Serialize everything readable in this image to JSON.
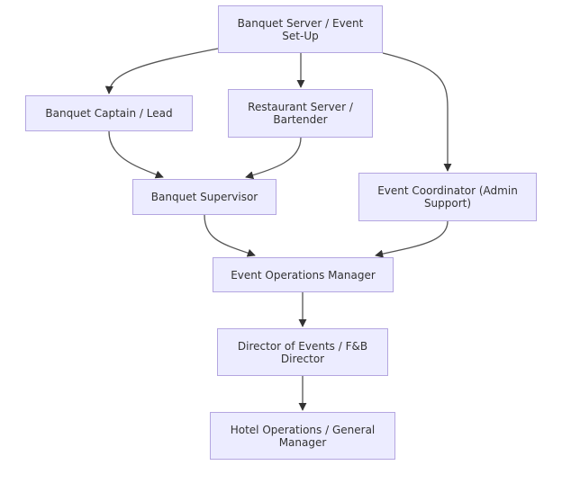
{
  "diagram": {
    "type": "flowchart",
    "direction": "top-down",
    "colors": {
      "node_fill": "#ececff",
      "node_border": "#b4a6e0",
      "edge": "#555555",
      "text": "#333333"
    },
    "nodes": {
      "server": {
        "label": "Banquet Server / Event Set-Up"
      },
      "captain": {
        "label": "Banquet Captain / Lead"
      },
      "restaurant": {
        "label": "Restaurant Server / Bartender"
      },
      "supervisor": {
        "label": "Banquet Supervisor"
      },
      "coordinator": {
        "label": "Event Coordinator (Admin Support)"
      },
      "ops": {
        "label": "Event Operations Manager"
      },
      "director": {
        "label": "Director of Events / F&B Director"
      },
      "hotel": {
        "label": "Hotel Operations / General Manager"
      }
    },
    "edges": [
      {
        "from": "server",
        "to": "captain"
      },
      {
        "from": "server",
        "to": "restaurant"
      },
      {
        "from": "server",
        "to": "coordinator"
      },
      {
        "from": "captain",
        "to": "supervisor"
      },
      {
        "from": "restaurant",
        "to": "supervisor"
      },
      {
        "from": "supervisor",
        "to": "ops"
      },
      {
        "from": "coordinator",
        "to": "ops"
      },
      {
        "from": "ops",
        "to": "director"
      },
      {
        "from": "director",
        "to": "hotel"
      }
    ]
  }
}
